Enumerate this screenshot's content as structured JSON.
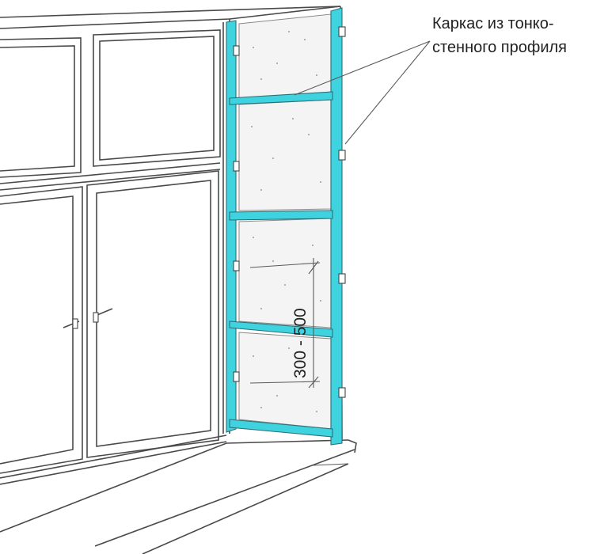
{
  "callout": {
    "line1": "Каркас из тонко-",
    "line2": "стенного профиля"
  },
  "dimension": {
    "text": "300 - 500"
  },
  "colors": {
    "profile": "#3fd3e0",
    "outline": "#4a4a4a",
    "insulation": "#f4f4f4"
  }
}
